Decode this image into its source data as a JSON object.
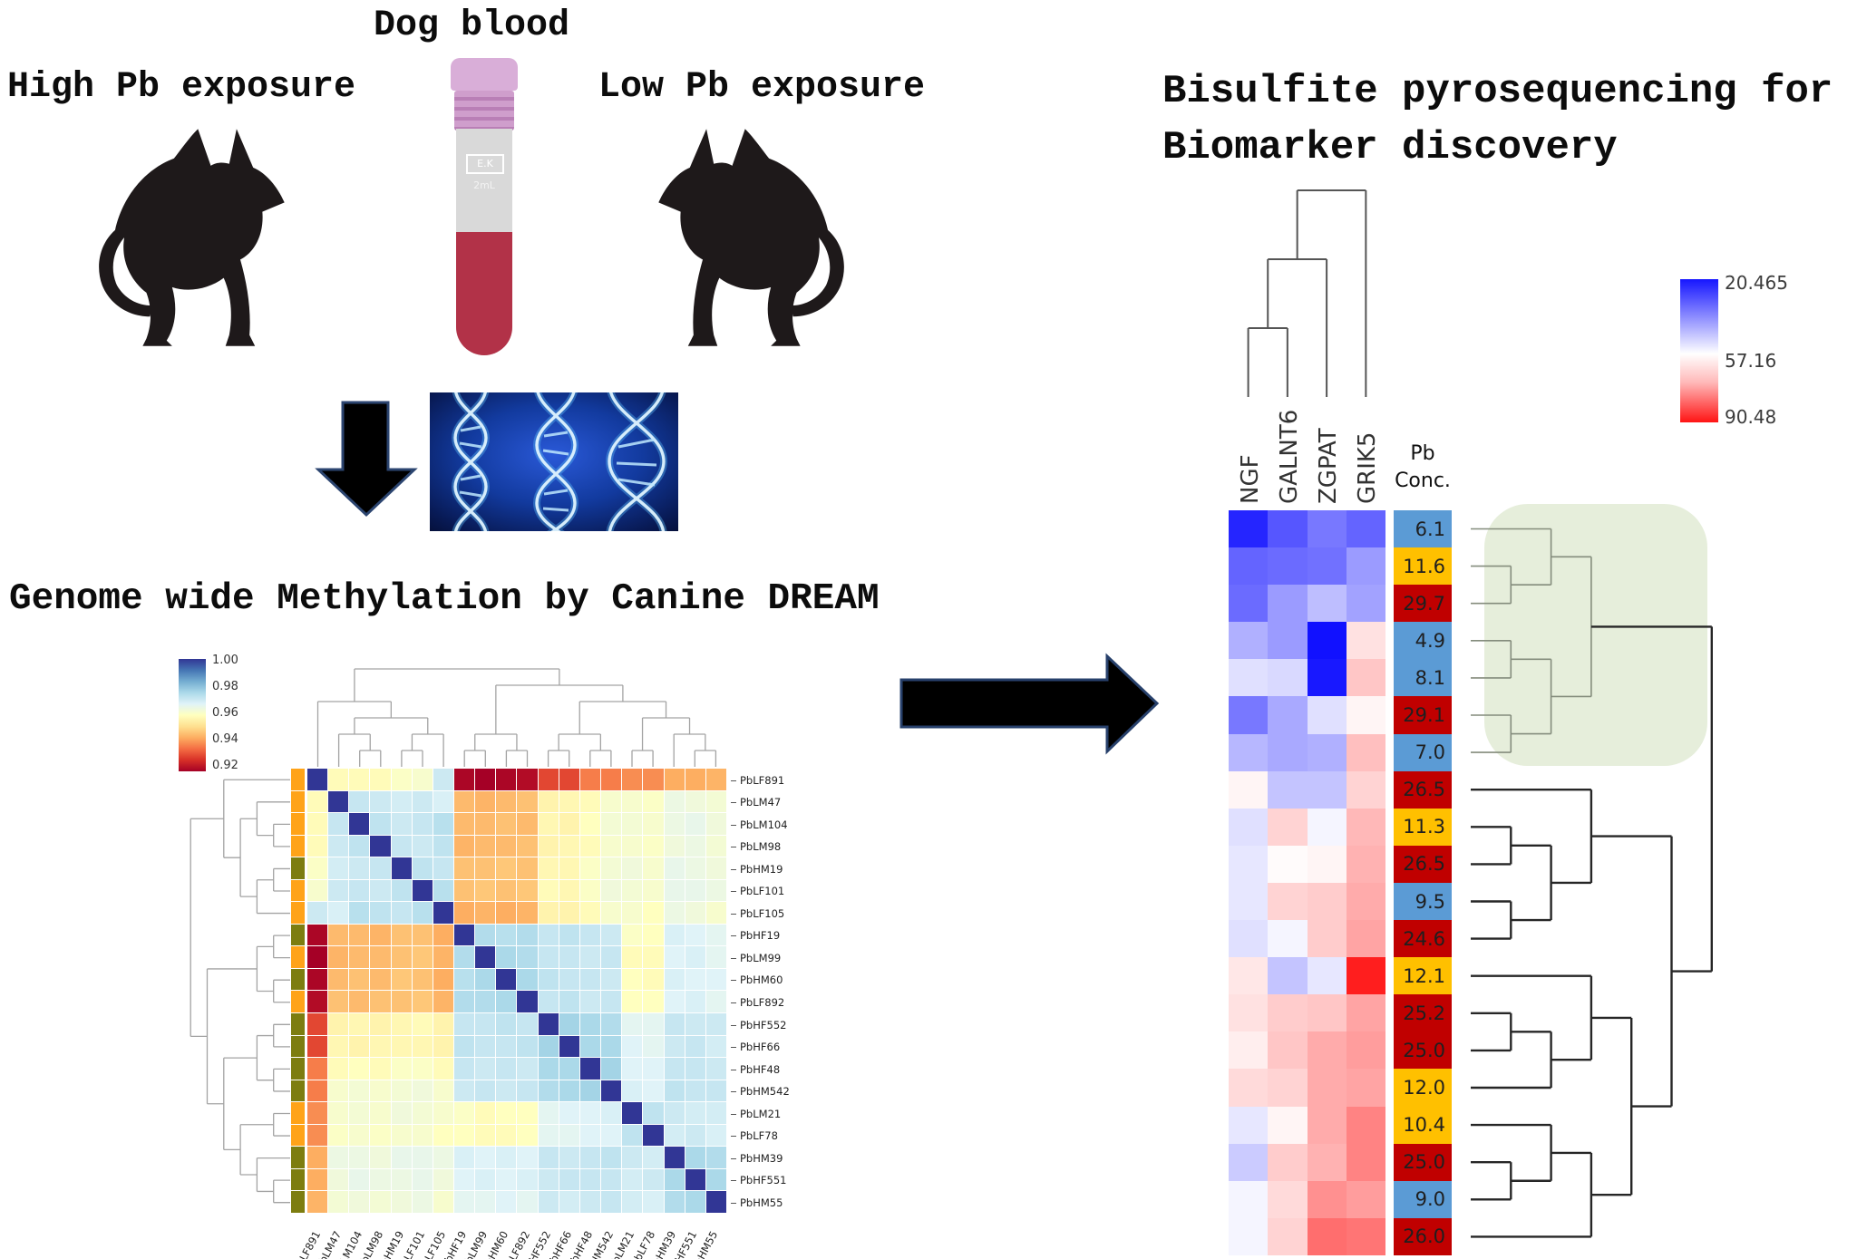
{
  "figure": {
    "dog_blood_title": "Dog blood",
    "high_pb_label": "High Pb exposure",
    "low_pb_label": "Low Pb exposure",
    "tube_label": "E.K",
    "tube_volume": "2mL",
    "methylation_caption": "Genome wide Methylation by Canine DREAM",
    "pyro_title_line1": "Bisulfite pyrosequencing for",
    "pyro_title_line2": "Biomarker discovery",
    "pb_header_line1": "Pb",
    "pb_header_line2": "Conc."
  },
  "colors": {
    "side_low": "#ffa319",
    "side_high": "#7d7d10",
    "pb_low": "#5b9bd5",
    "pb_mid": "#ffc000",
    "pb_high": "#c00000",
    "green_box": "#e6eedb"
  },
  "chart_data": [
    {
      "type": "heatmap",
      "name": "canine-dream-correlation-clustermap",
      "title": "Genome wide Methylation by Canine DREAM",
      "colormap": "RdYlBu",
      "value_range": [
        0.92,
        1.0
      ],
      "colorbar_ticks": [
        "1.00",
        "0.98",
        "0.96",
        "0.94",
        "0.92"
      ],
      "labels": [
        "PbLF891",
        "PbLM47",
        "PbLM104",
        "PbLM98",
        "PbHM19",
        "PbLF101",
        "PbLF105",
        "PbHF19",
        "PbLM99",
        "PbHM60",
        "PbLF892",
        "PbHF552",
        "PbHF66",
        "PbHF48",
        "PbHM542",
        "PbLM21",
        "PbLF78",
        "PbHM39",
        "PbHF551",
        "PbHM55"
      ],
      "row_side_groups": [
        "low",
        "low",
        "low",
        "low",
        "high",
        "low",
        "low",
        "high",
        "low",
        "high",
        "low",
        "high",
        "high",
        "high",
        "high",
        "low",
        "low",
        "high",
        "high",
        "high"
      ],
      "row_dendrogram": [
        [
          0,
          [
            [
              1,
              [
                2,
                3
              ]
            ],
            [
              [
                4,
                5
              ],
              6
            ]
          ]
        ],
        [
          [
            [
              7,
              8
            ],
            [
              9,
              10
            ]
          ],
          [
            [
              [
                11,
                12
              ],
              [
                13,
                14
              ]
            ],
            [
              [
                15,
                16
              ],
              [
                17,
                [
                  18,
                  19
                ]
              ]
            ]
          ]
        ]
      ],
      "matrix": [
        [
          1.0,
          0.959,
          0.959,
          0.959,
          0.961,
          0.962,
          0.971,
          0.921,
          0.92,
          0.921,
          0.922,
          0.931,
          0.931,
          0.938,
          0.938,
          0.94,
          0.94,
          0.944,
          0.944,
          0.945
        ],
        [
          0.959,
          1.0,
          0.972,
          0.971,
          0.97,
          0.971,
          0.969,
          0.946,
          0.945,
          0.946,
          0.947,
          0.957,
          0.958,
          0.959,
          0.962,
          0.962,
          0.961,
          0.965,
          0.964,
          0.963
        ],
        [
          0.959,
          0.972,
          1.0,
          0.973,
          0.971,
          0.972,
          0.974,
          0.946,
          0.946,
          0.947,
          0.946,
          0.958,
          0.957,
          0.96,
          0.963,
          0.963,
          0.962,
          0.965,
          0.966,
          0.964
        ],
        [
          0.959,
          0.971,
          0.973,
          1.0,
          0.972,
          0.971,
          0.973,
          0.945,
          0.946,
          0.946,
          0.947,
          0.957,
          0.958,
          0.959,
          0.962,
          0.962,
          0.961,
          0.964,
          0.965,
          0.963
        ],
        [
          0.961,
          0.97,
          0.971,
          0.972,
          1.0,
          0.973,
          0.972,
          0.947,
          0.947,
          0.948,
          0.947,
          0.958,
          0.958,
          0.961,
          0.963,
          0.964,
          0.962,
          0.966,
          0.965,
          0.964
        ],
        [
          0.962,
          0.971,
          0.972,
          0.971,
          0.973,
          1.0,
          0.974,
          0.947,
          0.948,
          0.947,
          0.948,
          0.959,
          0.958,
          0.961,
          0.964,
          0.963,
          0.962,
          0.966,
          0.966,
          0.965
        ],
        [
          0.971,
          0.969,
          0.974,
          0.973,
          0.972,
          0.974,
          1.0,
          0.944,
          0.945,
          0.944,
          0.945,
          0.957,
          0.957,
          0.959,
          0.962,
          0.962,
          0.96,
          0.965,
          0.964,
          0.962
        ],
        [
          0.921,
          0.946,
          0.946,
          0.945,
          0.947,
          0.947,
          0.944,
          1.0,
          0.975,
          0.974,
          0.975,
          0.972,
          0.973,
          0.972,
          0.971,
          0.961,
          0.96,
          0.969,
          0.968,
          0.967
        ],
        [
          0.92,
          0.945,
          0.946,
          0.946,
          0.947,
          0.948,
          0.945,
          0.975,
          1.0,
          0.976,
          0.975,
          0.972,
          0.972,
          0.971,
          0.972,
          0.959,
          0.959,
          0.968,
          0.969,
          0.967
        ],
        [
          0.921,
          0.946,
          0.947,
          0.946,
          0.948,
          0.947,
          0.944,
          0.974,
          0.976,
          1.0,
          0.976,
          0.973,
          0.972,
          0.972,
          0.971,
          0.96,
          0.959,
          0.969,
          0.968,
          0.968
        ],
        [
          0.922,
          0.947,
          0.946,
          0.947,
          0.947,
          0.948,
          0.945,
          0.975,
          0.975,
          0.976,
          1.0,
          0.972,
          0.973,
          0.971,
          0.972,
          0.96,
          0.96,
          0.968,
          0.969,
          0.967
        ],
        [
          0.931,
          0.957,
          0.958,
          0.957,
          0.958,
          0.959,
          0.957,
          0.972,
          0.972,
          0.973,
          0.972,
          1.0,
          0.977,
          0.976,
          0.975,
          0.967,
          0.967,
          0.972,
          0.971,
          0.971
        ],
        [
          0.931,
          0.958,
          0.957,
          0.958,
          0.958,
          0.958,
          0.957,
          0.973,
          0.972,
          0.972,
          0.973,
          0.977,
          1.0,
          0.976,
          0.976,
          0.968,
          0.967,
          0.971,
          0.972,
          0.97
        ],
        [
          0.938,
          0.959,
          0.96,
          0.959,
          0.961,
          0.961,
          0.959,
          0.972,
          0.971,
          0.972,
          0.971,
          0.976,
          0.976,
          1.0,
          0.977,
          0.968,
          0.968,
          0.972,
          0.972,
          0.971
        ],
        [
          0.938,
          0.962,
          0.963,
          0.962,
          0.963,
          0.964,
          0.962,
          0.971,
          0.972,
          0.971,
          0.972,
          0.975,
          0.976,
          0.977,
          1.0,
          0.969,
          0.968,
          0.973,
          0.972,
          0.972
        ],
        [
          0.94,
          0.962,
          0.963,
          0.962,
          0.964,
          0.963,
          0.962,
          0.961,
          0.959,
          0.96,
          0.96,
          0.967,
          0.968,
          0.968,
          0.969,
          1.0,
          0.973,
          0.971,
          0.97,
          0.97
        ],
        [
          0.94,
          0.961,
          0.962,
          0.961,
          0.962,
          0.962,
          0.96,
          0.96,
          0.959,
          0.959,
          0.96,
          0.967,
          0.967,
          0.968,
          0.968,
          0.973,
          1.0,
          0.97,
          0.971,
          0.969
        ],
        [
          0.944,
          0.965,
          0.965,
          0.964,
          0.966,
          0.966,
          0.965,
          0.969,
          0.968,
          0.969,
          0.968,
          0.972,
          0.971,
          0.972,
          0.973,
          0.971,
          0.97,
          1.0,
          0.976,
          0.975
        ],
        [
          0.944,
          0.964,
          0.966,
          0.965,
          0.965,
          0.966,
          0.964,
          0.968,
          0.969,
          0.968,
          0.969,
          0.971,
          0.972,
          0.972,
          0.972,
          0.97,
          0.971,
          0.976,
          1.0,
          0.976
        ],
        [
          0.945,
          0.963,
          0.964,
          0.963,
          0.964,
          0.965,
          0.962,
          0.967,
          0.967,
          0.968,
          0.967,
          0.971,
          0.97,
          0.971,
          0.972,
          0.97,
          0.969,
          0.975,
          0.976,
          1.0
        ]
      ]
    },
    {
      "type": "heatmap",
      "name": "bisulfite-pyrosequencing-heatmap",
      "title": "Bisulfite pyrosequencing for Biomarker discovery",
      "colormap": "bwr",
      "value_range": [
        20.465,
        90.48
      ],
      "colorbar_ticks": [
        "20.465",
        "57.16",
        "90.48"
      ],
      "genes": [
        "NGF",
        "GALNT6",
        "ZGPAT",
        "GRIK5"
      ],
      "pb_header": "Pb Conc.",
      "col_dendrogram": [
        [
          [
            0,
            1
          ],
          2
        ],
        3
      ],
      "row_dendrogram": [
        [
          [
            0,
            [
              1,
              2
            ]
          ],
          [
            [
              3,
              4
            ],
            [
              5,
              6
            ]
          ]
        ],
        [
          [
            7,
            [
              [
                8,
                9
              ],
              [
                10,
                11
              ]
            ]
          ],
          [
            [
              12,
              [
                [
                  13,
                  14
                ],
                15
              ]
            ],
            [
              [
                16,
                [
                  17,
                  18
                ]
              ],
              19
            ]
          ]
        ]
      ],
      "rows": [
        {
          "pb": "6.1",
          "pb_level": "low",
          "values": [
            24,
            31,
            36,
            33
          ]
        },
        {
          "pb": "11.6",
          "pb_level": "mid",
          "values": [
            33,
            34,
            35,
            41
          ]
        },
        {
          "pb": "29.7",
          "pb_level": "high",
          "values": [
            34,
            41,
            46,
            42
          ]
        },
        {
          "pb": "4.9",
          "pb_level": "low",
          "values": [
            44,
            41,
            21,
            60
          ]
        },
        {
          "pb": "8.1",
          "pb_level": "low",
          "values": [
            51,
            50,
            22,
            64
          ]
        },
        {
          "pb": "29.1",
          "pb_level": "high",
          "values": [
            36,
            43,
            51,
            57
          ]
        },
        {
          "pb": "7.0",
          "pb_level": "low",
          "values": [
            45,
            43,
            44,
            65
          ]
        },
        {
          "pb": "26.5",
          "pb_level": "high",
          "values": [
            57,
            47,
            47,
            62
          ]
        },
        {
          "pb": "11.3",
          "pb_level": "mid",
          "values": [
            51,
            62,
            54,
            66
          ]
        },
        {
          "pb": "26.5",
          "pb_level": "high",
          "values": [
            52,
            56,
            57,
            67
          ]
        },
        {
          "pb": "9.5",
          "pb_level": "low",
          "values": [
            52,
            62,
            63,
            68
          ]
        },
        {
          "pb": "24.6",
          "pb_level": "high",
          "values": [
            51,
            54,
            63,
            69
          ]
        },
        {
          "pb": "12.1",
          "pb_level": "mid",
          "values": [
            59,
            47,
            52,
            89
          ]
        },
        {
          "pb": "25.2",
          "pb_level": "high",
          "values": [
            60,
            63,
            64,
            69
          ]
        },
        {
          "pb": "25.0",
          "pb_level": "high",
          "values": [
            58,
            64,
            68,
            70
          ]
        },
        {
          "pb": "12.0",
          "pb_level": "mid",
          "values": [
            61,
            62,
            68,
            69
          ]
        },
        {
          "pb": "10.4",
          "pb_level": "mid",
          "values": [
            52,
            57,
            68,
            74
          ]
        },
        {
          "pb": "25.0",
          "pb_level": "high",
          "values": [
            48,
            63,
            67,
            74
          ]
        },
        {
          "pb": "9.0",
          "pb_level": "low",
          "values": [
            54,
            61,
            72,
            70
          ]
        },
        {
          "pb": "26.0",
          "pb_level": "high",
          "values": [
            54,
            62,
            77,
            76
          ]
        }
      ]
    }
  ]
}
